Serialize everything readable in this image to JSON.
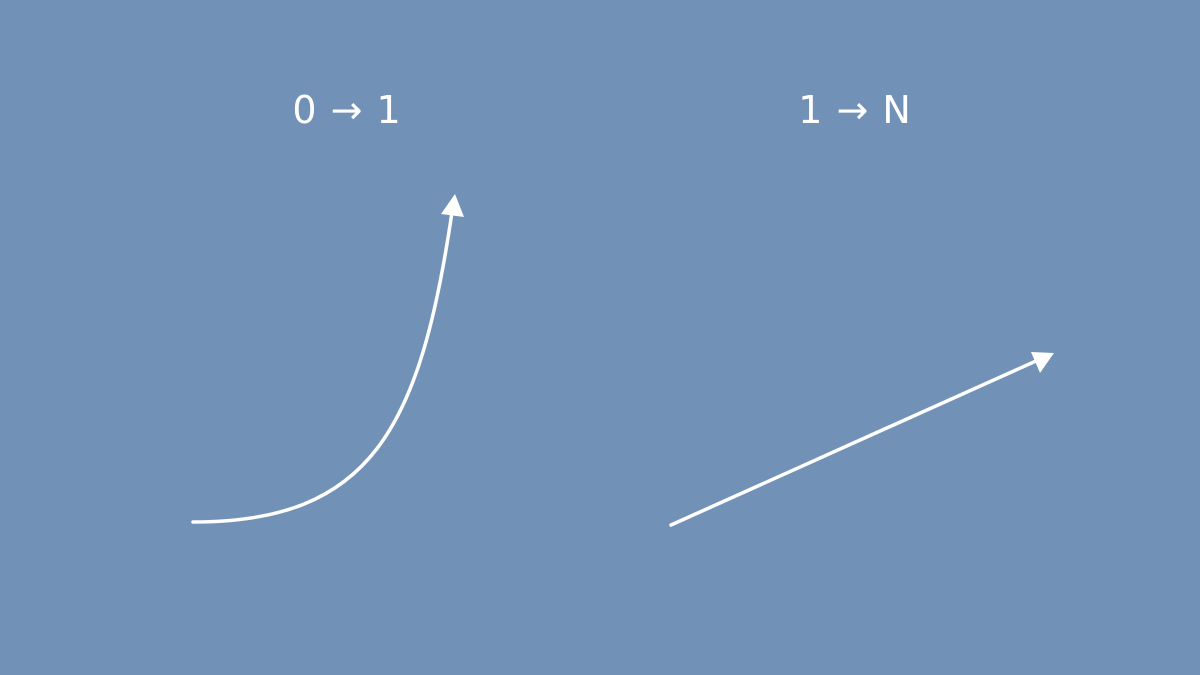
{
  "diagram": {
    "background_color": "#7191b7",
    "stroke_color": "#ffffff",
    "panels": [
      {
        "label": "0 → 1",
        "arrow": "exponential-curve-arrow"
      },
      {
        "label": "1 → N",
        "arrow": "straight-linear-arrow"
      }
    ]
  }
}
